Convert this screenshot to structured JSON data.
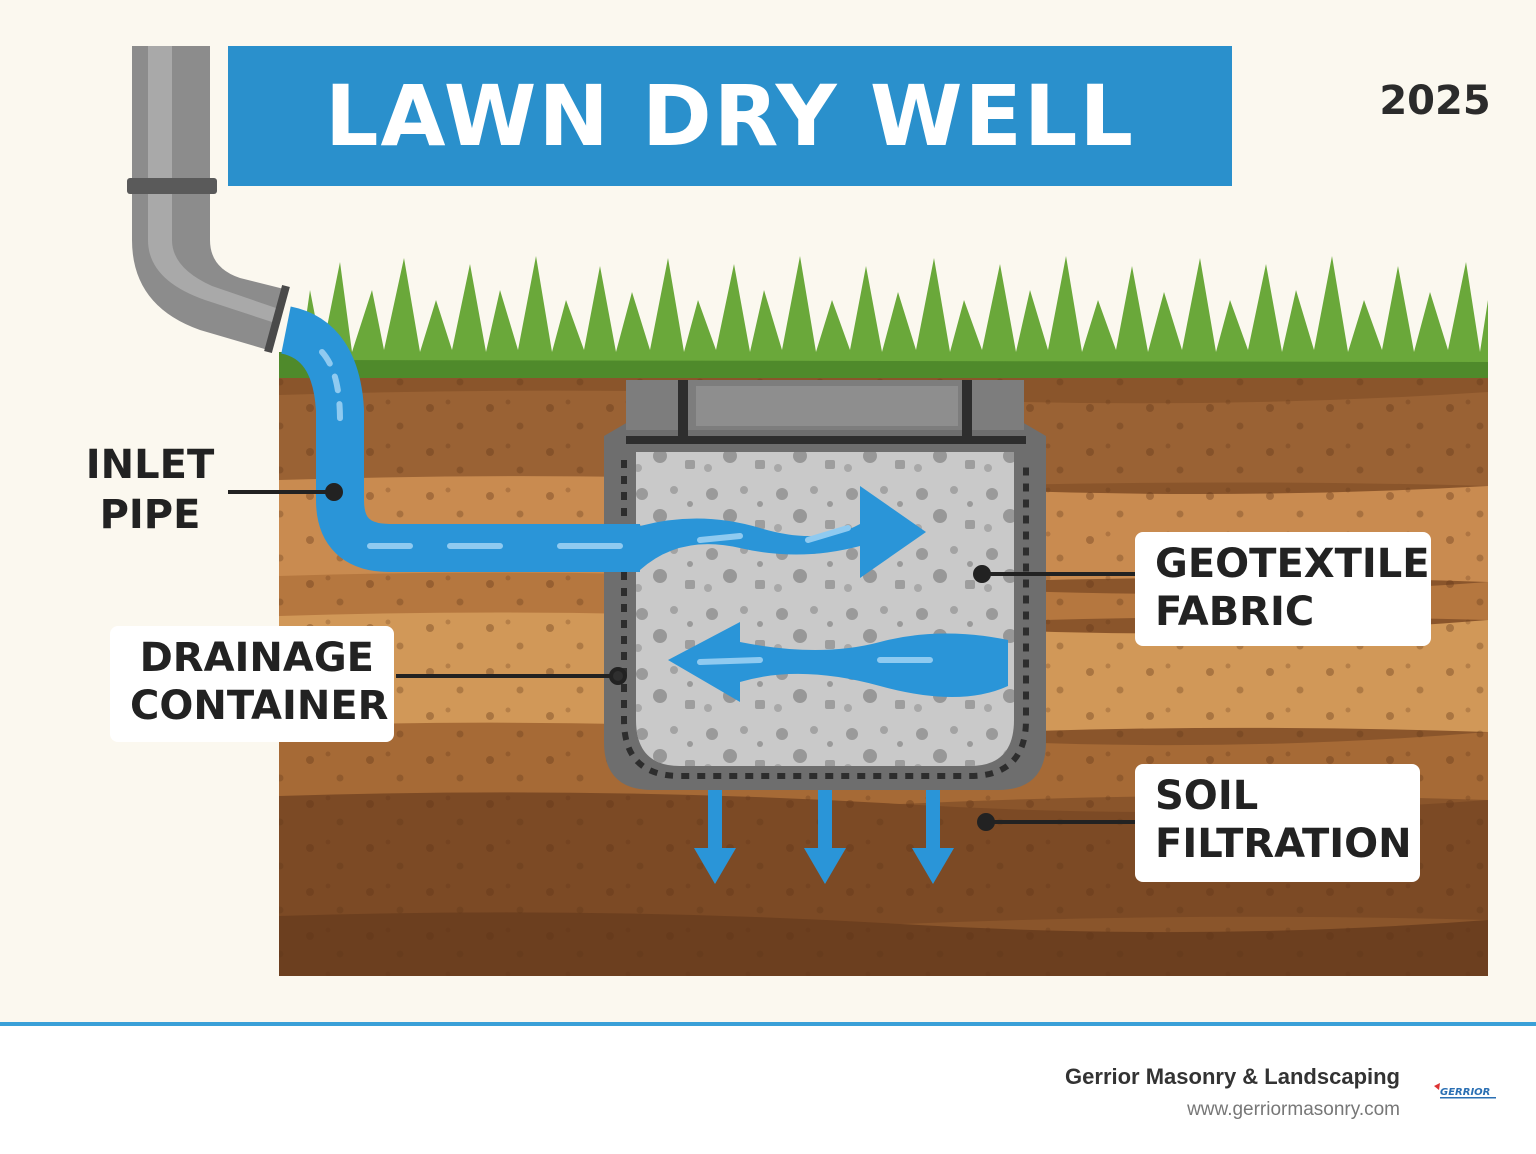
{
  "title": "LAWN DRY WELL",
  "year": "2025",
  "labels": {
    "inlet_line1": "INLET",
    "inlet_line2": "PIPE",
    "drainage_line1": "DRAINAGE",
    "drainage_line2": "CONTAINER",
    "geotextile_line1": "GEOTEXTILE",
    "geotextile_line2": "FABRIC",
    "soil_line1": "SOIL",
    "soil_line2": "FILTRATION"
  },
  "footer": {
    "company": "Gerrior Masonry & Landscaping",
    "url": "www.gerriormasonry.com",
    "logo_text": "GERRIOR"
  },
  "colors": {
    "title_bg": "#2a90cc",
    "water": "#2a95d8",
    "grass": "#6aa83a",
    "soil_dark": "#7a4a26",
    "soil_light": "#c88a4e",
    "pipe": "#8c8c8c",
    "container": "#6e6e6e",
    "gravel": "#c9c9c9"
  },
  "icons": [
    "downspout-pipe-icon",
    "grass-icon",
    "water-arrow-icon",
    "down-arrow-icon",
    "gravel-icon"
  ]
}
